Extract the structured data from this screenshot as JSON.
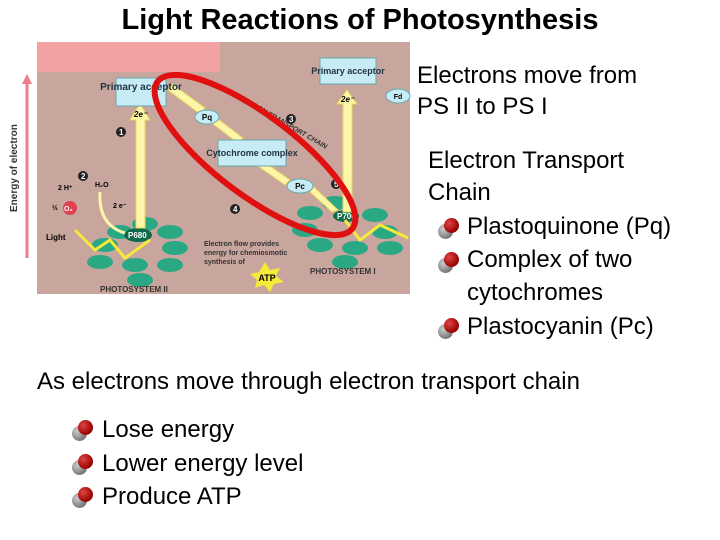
{
  "title": "Light Reactions of Photosynthesis",
  "diagram": {
    "axis_label": "Energy of electron",
    "primary_acceptor": "Primary acceptor",
    "pq": "Pq",
    "cytochrome": "Cytochrome complex",
    "pc": "Pc",
    "fd": "Fd",
    "etc_label": "ELECTRON TRANSPORT CHAIN",
    "two_e": "2e⁻",
    "h2o": "H₂O",
    "two_h": "2 H⁺",
    "half_o2": "½",
    "o2": "O₂",
    "two_e_water": "2 e⁻",
    "light": "Light",
    "p680": "P680",
    "p700": "P700",
    "ps2": "PHOTOSYSTEM II",
    "ps1": "PHOTOSYSTEM I",
    "flow_note": [
      "Electron flow provides",
      "energy for chemiosmotic",
      "synthesis of"
    ],
    "atp": "ATP",
    "steps": [
      "1",
      "2",
      "3",
      "4",
      "5"
    ],
    "colors": {
      "background": "#c8a69d",
      "highlight_ellipse": "#e01010",
      "box": "#c8ecf6",
      "cluster": "#2aa884"
    }
  },
  "right": {
    "line1": "Electrons move from",
    "line2": "PS II to PS I",
    "etc1": "Electron Transport",
    "etc2": "Chain",
    "bullets": [
      "Plastoquinone (Pq)",
      "Complex of two",
      "cytochromes",
      "Plastocyanin (Pc)"
    ]
  },
  "bottom": {
    "heading": "As electrons move through electron transport chain",
    "bullets": [
      "Lose energy",
      "Lower energy level",
      "Produce ATP"
    ]
  }
}
